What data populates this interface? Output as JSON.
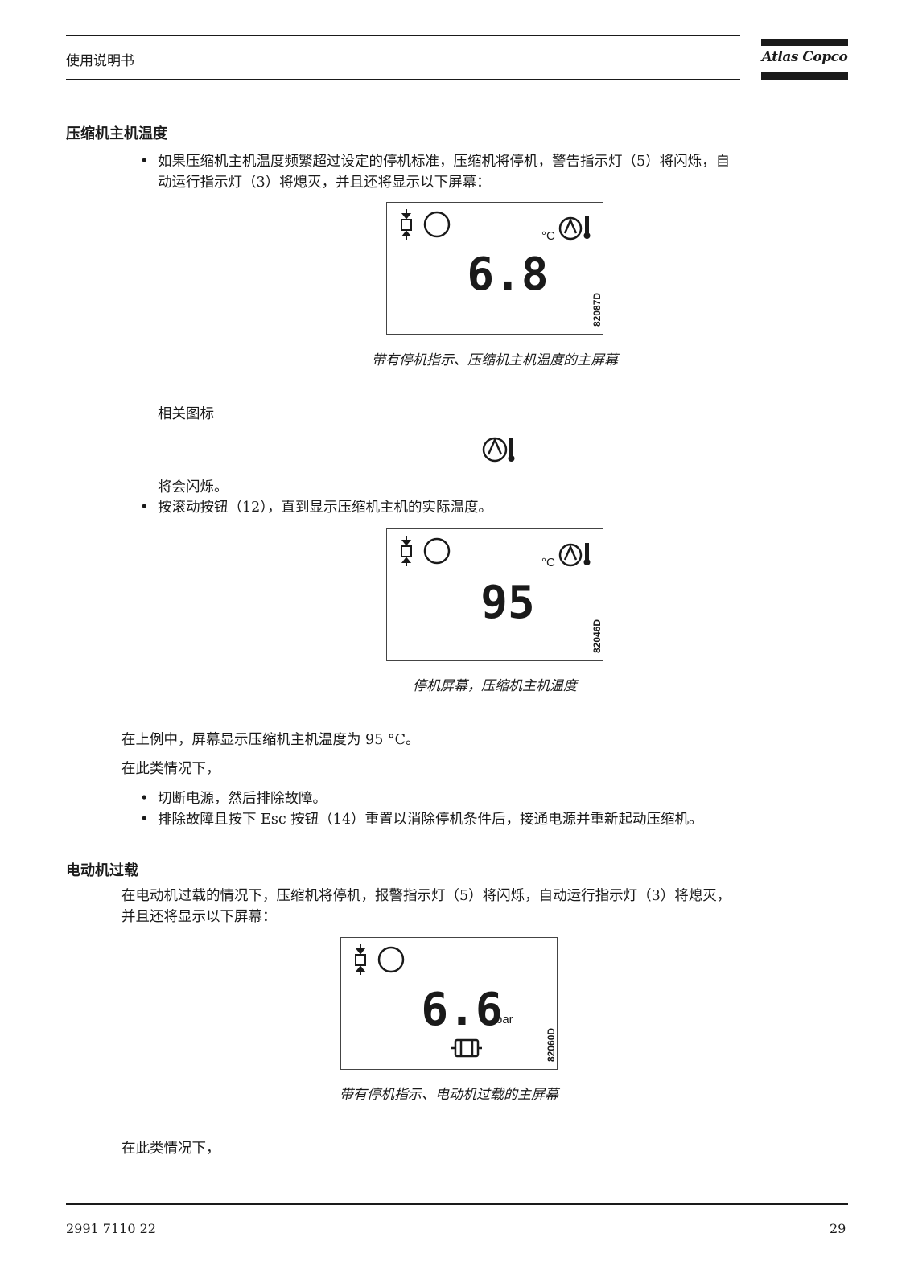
{
  "header": {
    "title": "使用说明书",
    "brand": "Atlas Copco"
  },
  "section1": {
    "heading": "压缩机主机温度",
    "bullet1": [
      "如果压缩机主机温度频繁超过设定的停机标准，压缩机将停机，警告指示灯（5）将闪烁，自",
      "动运行指示灯（3）将熄灭，并且还将显示以下屏幕："
    ],
    "display1": {
      "value": "6.8",
      "unit": "°C",
      "code": "82087D"
    },
    "caption1": "带有停机指示、压缩机主机温度的主屏幕",
    "related_icons": "相关图标",
    "icon_name": "compressor-element-temperature-icon",
    "will_flash": "将会闪烁。",
    "bullet2": "按滚动按钮（12），直到显示压缩机主机的实际温度。",
    "display2": {
      "value": "95",
      "unit": "°C",
      "code": "82046D"
    },
    "caption2": "停机屏幕，压缩机主机温度",
    "example_text": "在上例中，屏幕显示压缩机主机温度为 95 °C。",
    "case_text": "在此类情况下，",
    "bullet3": "切断电源，然后排除故障。",
    "bullet4": "排除故障且按下 Esc 按钮（14）重置以消除停机条件后，接通电源并重新起动压缩机。"
  },
  "section2": {
    "heading": "电动机过载",
    "para": [
      "在电动机过载的情况下，压缩机将停机，报警指示灯（5）将闪烁，自动运行指示灯（3）将熄灭，",
      "并且还将显示以下屏幕："
    ],
    "display3": {
      "value": "6.6",
      "unit": "bar",
      "code": "82060D"
    },
    "caption3": "带有停机指示、电动机过载的主屏幕",
    "case_text": "在此类情况下，"
  },
  "footer": {
    "doc_number": "2991 7110 22",
    "page": "29"
  }
}
